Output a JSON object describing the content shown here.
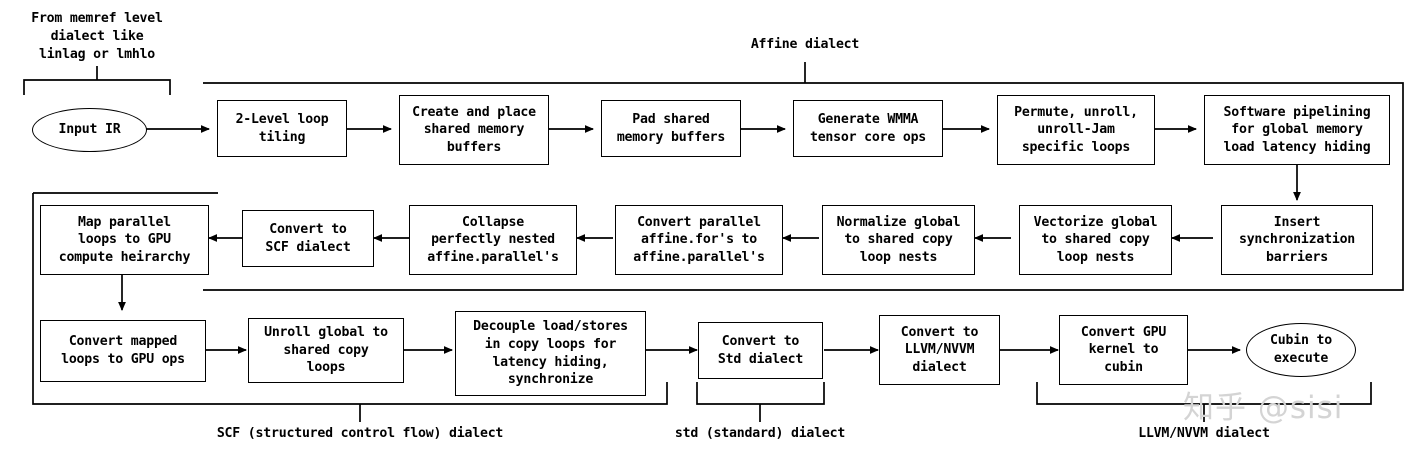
{
  "diagram": {
    "title_note": "MLIR GPU code generation pipeline flowchart",
    "colors": {
      "stroke": "#000000",
      "background": "#ffffff",
      "watermark": "#d4d4d4"
    },
    "captions": [
      {
        "id": "source-dialect-note",
        "text": "From memref level\ndialect like\nlinlag or lmhlo"
      },
      {
        "id": "affine-dialect-label",
        "text": "Affine dialect"
      },
      {
        "id": "scf-dialect-label",
        "text": "SCF (structured control flow) dialect"
      },
      {
        "id": "std-dialect-label",
        "text": "std (standard) dialect"
      },
      {
        "id": "llvm-nvvm-dialect-label",
        "text": "LLVM/NVVM dialect"
      }
    ],
    "nodes": [
      {
        "id": "input-ir",
        "shape": "ellipse",
        "text": "Input IR",
        "row": 1
      },
      {
        "id": "two-level-loop-tiling",
        "shape": "box",
        "text": "2-Level loop\ntiling",
        "row": 1
      },
      {
        "id": "create-and-place-shared-memory-buffers",
        "shape": "box",
        "text": "Create and place\nshared memory\nbuffers",
        "row": 1
      },
      {
        "id": "pad-shared-memory-buffers",
        "shape": "box",
        "text": "Pad shared\nmemory buffers",
        "row": 1
      },
      {
        "id": "generate-wmma-tensor-core-ops",
        "shape": "box",
        "text": "Generate WMMA\ntensor core ops",
        "row": 1
      },
      {
        "id": "permute-unroll-unroll-jam-specific-loops",
        "shape": "box",
        "text": "Permute, unroll,\nunroll-Jam\nspecific loops",
        "row": 1
      },
      {
        "id": "software-pipelining-for-global-memory-load-latency-hiding",
        "shape": "box",
        "text": "Software pipelining\nfor global memory\nload latency hiding",
        "row": 1
      },
      {
        "id": "insert-synchronization-barriers",
        "shape": "box",
        "text": "Insert\nsynchronization\nbarriers",
        "row": 2
      },
      {
        "id": "vectorize-global-to-shared-copy-loop-nests",
        "shape": "box",
        "text": "Vectorize global\nto shared copy\nloop nests",
        "row": 2
      },
      {
        "id": "normalize-global-to-shared-copy-loop-nests",
        "shape": "box",
        "text": "Normalize global\nto shared copy\nloop nests",
        "row": 2
      },
      {
        "id": "convert-parallel-affine-fors-to-affine-parallels",
        "shape": "box",
        "text": "Convert parallel\naffine.for's to\naffine.parallel's",
        "row": 2
      },
      {
        "id": "collapse-perfectly-nested-affine-parallels",
        "shape": "box",
        "text": "Collapse\nperfectly nested\naffine.parallel's",
        "row": 2
      },
      {
        "id": "convert-to-scf-dialect",
        "shape": "box",
        "text": "Convert to\nSCF dialect",
        "row": 2
      },
      {
        "id": "map-parallel-loops-to-gpu-compute-heirarchy",
        "shape": "box",
        "text": "Map parallel\nloops to GPU\ncompute heirarchy",
        "row": 2
      },
      {
        "id": "convert-mapped-loops-to-gpu-ops",
        "shape": "box",
        "text": "Convert mapped\nloops to GPU ops",
        "row": 3
      },
      {
        "id": "unroll-global-to-shared-copy-loops",
        "shape": "box",
        "text": "Unroll global to\nshared copy\nloops",
        "row": 3
      },
      {
        "id": "decouple-load-stores-in-copy-loops",
        "shape": "box",
        "text": "Decouple load/stores\nin copy loops for\nlatency hiding,\nsynchronize",
        "row": 3
      },
      {
        "id": "convert-to-std-dialect",
        "shape": "box",
        "text": "Convert to\nStd dialect",
        "row": 3
      },
      {
        "id": "convert-to-llvm-nvvm-dialect",
        "shape": "box",
        "text": "Convert to\nLLVM/NVVM\ndialect",
        "row": 3
      },
      {
        "id": "convert-gpu-kernel-to-cubin",
        "shape": "box",
        "text": "Convert GPU\nkernel to\ncubin",
        "row": 3
      },
      {
        "id": "cubin-to-execute",
        "shape": "ellipse",
        "text": "Cubin to\nexecute",
        "row": 3
      }
    ],
    "watermark": {
      "text": "知乎 @sisi"
    }
  }
}
